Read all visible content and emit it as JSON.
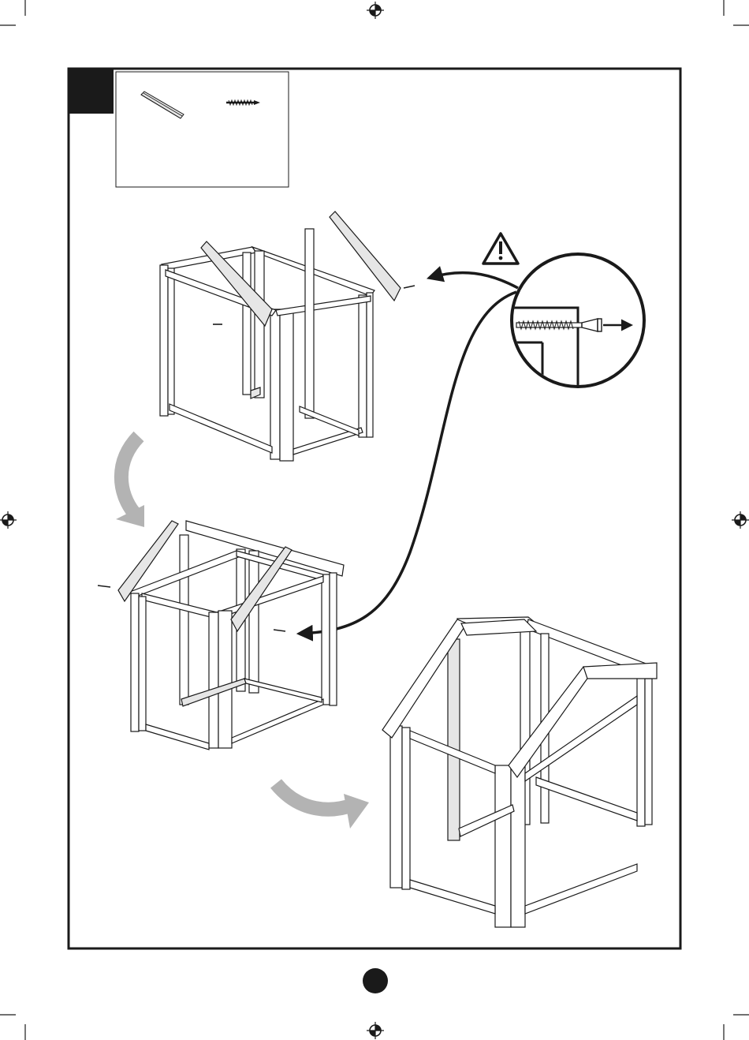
{
  "page": {
    "background": "#ffffff",
    "ink": "#1a1a1a",
    "arrow_gray": "#b3b3b3",
    "wood_fill": "#e6e6e6"
  },
  "icons": {
    "registration_marks": "crosshair-registration-icon",
    "warning": "warning-triangle-icon",
    "step_badge": "black-square-step-icon",
    "page_number": "page-number-disc-icon"
  },
  "parts_box": {
    "items": [
      "wooden-rafter-board",
      "wood-screw"
    ]
  },
  "detail": {
    "shows": "screw-through-rafter-detail",
    "direction": "pull-right-arrow"
  },
  "steps": [
    "frame-with-rafters-front",
    "frame-with-rafters-back",
    "completed-roof-frame"
  ]
}
